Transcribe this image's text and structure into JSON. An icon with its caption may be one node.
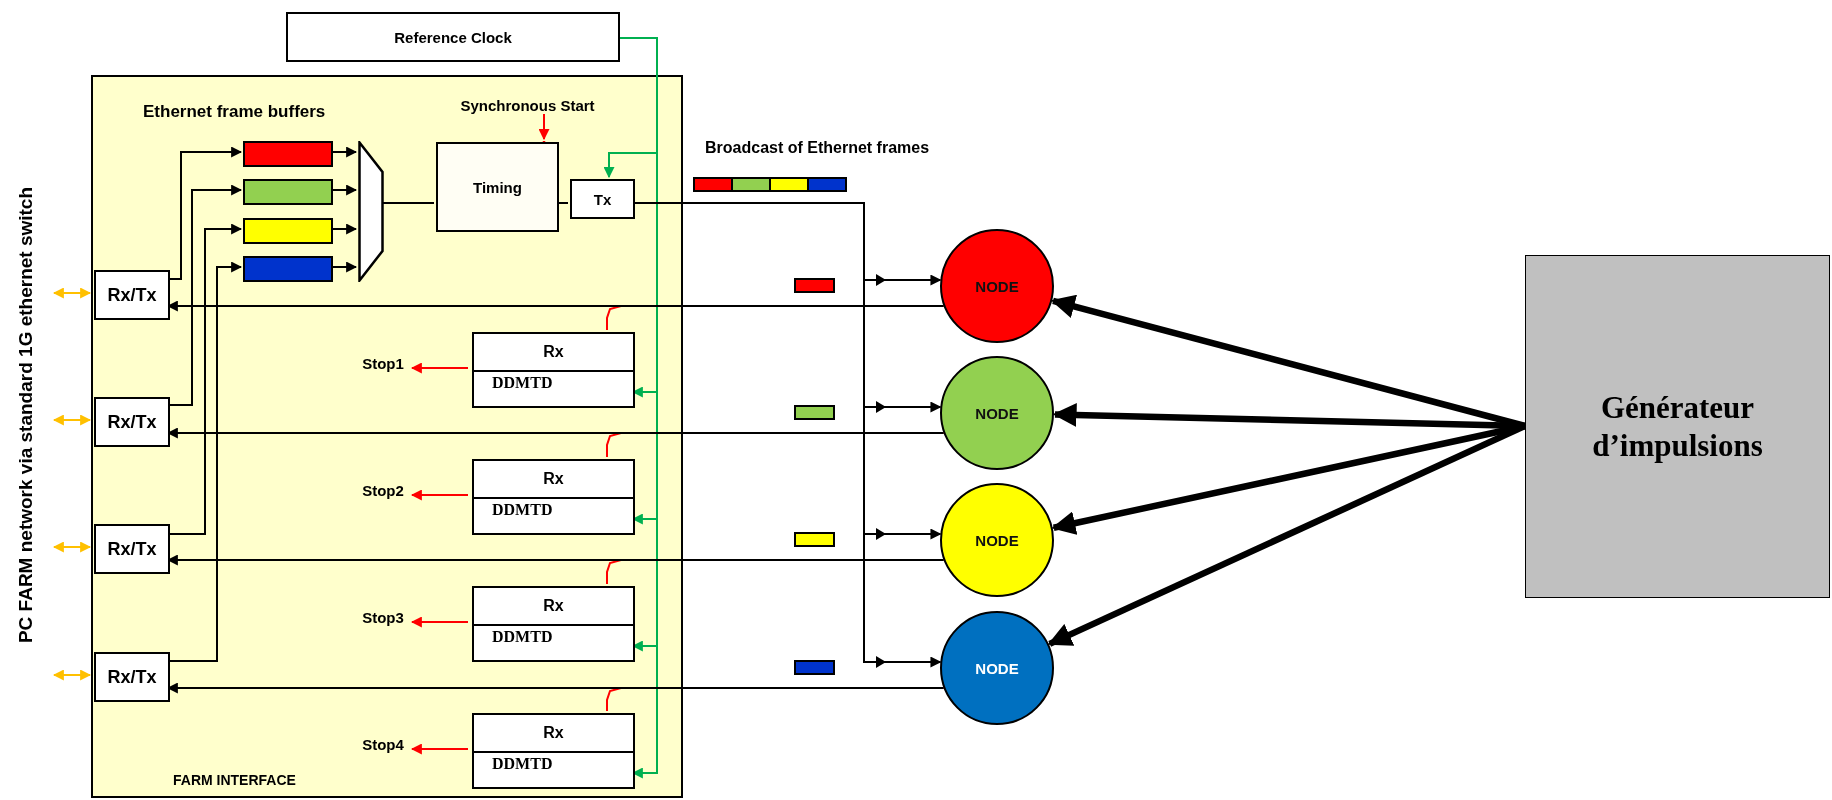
{
  "diagram": {
    "nodes": [
      {
        "text": [
          "Reference Clock"
        ]
      },
      {
        "text": [
          "FARM INTERFACE"
        ]
      },
      {
        "text": [
          "Synchronous Start"
        ],
        "in": 1
      },
      {
        "text": [
          "Timing"
        ],
        "in": 1
      },
      {
        "text": [
          "Tx"
        ],
        "in": 1
      },
      {
        "text": [],
        "shape": "bar",
        "in": 1
      },
      {
        "text": [],
        "shape": "bar",
        "in": 1
      },
      {
        "text": [],
        "shape": "bar",
        "in": 1
      },
      {
        "text": [],
        "shape": "bar",
        "in": 1
      },
      {
        "text": [],
        "shape": "trapezoid",
        "in": 1
      },
      {
        "text": [
          "Rx/Tx"
        ],
        "in": 1
      },
      {
        "text": [
          "Rx/Tx"
        ],
        "in": 1
      },
      {
        "text": [
          "Rx/Tx"
        ],
        "in": 1
      },
      {
        "text": [
          "Rx/Tx"
        ],
        "in": 1
      },
      {
        "text": [
          "Rx",
          "DDMTD"
        ],
        "in": 1
      },
      {
        "text": [
          "Rx",
          "DDMTD"
        ],
        "in": 1
      },
      {
        "text": [
          "Rx",
          "DDMTD"
        ],
        "in": 1
      },
      {
        "text": [
          "Rx",
          "DDMTD"
        ],
        "in": 1
      },
      {
        "text": [
          "Stop1"
        ],
        "in": 1
      },
      {
        "text": [
          "Stop2"
        ],
        "in": 1
      },
      {
        "text": [
          "Stop3"
        ],
        "in": 1
      },
      {
        "text": [
          "Stop4"
        ],
        "in": 1
      },
      {
        "text": [
          "NODE"
        ]
      },
      {
        "text": [
          "NODE"
        ]
      },
      {
        "text": [
          "NODE"
        ]
      },
      {
        "text": [
          "NODE"
        ]
      },
      {
        "text": [
          "Générateur d’impulsions"
        ]
      },
      {
        "text": [
          "PC FARM network via standard 1G ethernet switch"
        ]
      }
    ],
    "edges": [
      {
        "from": 0,
        "to": 4,
        "arrow": "to",
        "color": "#00b050"
      },
      {
        "from": 0,
        "to": 14,
        "arrow": "to",
        "color": "#00b050"
      },
      {
        "from": 0,
        "to": 15,
        "arrow": "to",
        "color": "#00b050"
      },
      {
        "from": 0,
        "to": 16,
        "arrow": "to",
        "color": "#00b050"
      },
      {
        "from": 0,
        "to": 17,
        "arrow": "to",
        "color": "#00b050"
      },
      {
        "from": 10,
        "to": 5,
        "arrow": "to"
      },
      {
        "from": 11,
        "to": 6,
        "arrow": "to"
      },
      {
        "from": 12,
        "to": 7,
        "arrow": "to"
      },
      {
        "from": 13,
        "to": 8,
        "arrow": "to"
      },
      {
        "from": 5,
        "to": 9,
        "arrow": "to"
      },
      {
        "from": 6,
        "to": 9,
        "arrow": "to"
      },
      {
        "from": 7,
        "to": 9,
        "arrow": "to"
      },
      {
        "from": 8,
        "to": 9,
        "arrow": "to"
      },
      {
        "from": 9,
        "to": 3,
        "arrow": "none"
      },
      {
        "from": 3,
        "to": 4,
        "arrow": "none"
      },
      {
        "from": 4,
        "to": 22,
        "arrow": "to"
      },
      {
        "from": 4,
        "to": 23,
        "arrow": "to"
      },
      {
        "from": 4,
        "to": 24,
        "arrow": "to"
      },
      {
        "from": 4,
        "to": 25,
        "arrow": "to"
      },
      {
        "from": 22,
        "to": 10,
        "arrow": "to"
      },
      {
        "from": 23,
        "to": 11,
        "arrow": "to"
      },
      {
        "from": 24,
        "to": 12,
        "arrow": "to"
      },
      {
        "from": 25,
        "to": 13,
        "arrow": "to"
      },
      {
        "from": 26,
        "to": 22,
        "arrow": "to",
        "style": "thick"
      },
      {
        "from": 26,
        "to": 23,
        "arrow": "to",
        "style": "thick"
      },
      {
        "from": 26,
        "to": 24,
        "arrow": "to",
        "style": "thick"
      },
      {
        "from": 26,
        "to": 25,
        "arrow": "to",
        "style": "thick"
      },
      {
        "from": 27,
        "to": 10,
        "arrow": "both",
        "color": "#ffc000"
      },
      {
        "from": 27,
        "to": 11,
        "arrow": "both",
        "color": "#ffc000"
      },
      {
        "from": 27,
        "to": 12,
        "arrow": "both",
        "color": "#ffc000"
      },
      {
        "from": 27,
        "to": 13,
        "arrow": "both",
        "color": "#ffc000"
      },
      {
        "from": 14,
        "to": 18,
        "arrow": "to",
        "color": "#ff0000"
      },
      {
        "from": 15,
        "to": 19,
        "arrow": "to",
        "color": "#ff0000"
      },
      {
        "from": 16,
        "to": 20,
        "arrow": "to",
        "color": "#ff0000"
      },
      {
        "from": 17,
        "to": 21,
        "arrow": "to",
        "color": "#ff0000"
      },
      {
        "from": 2,
        "to": 3,
        "arrow": "to",
        "color": "#ff0000"
      },
      {
        "from": 22,
        "to": 14,
        "arrow": "none",
        "color": "#ff0000"
      },
      {
        "from": 23,
        "to": 15,
        "arrow": "none",
        "color": "#ff0000"
      },
      {
        "from": 24,
        "to": 16,
        "arrow": "none",
        "color": "#ff0000"
      },
      {
        "from": 25,
        "to": 17,
        "arrow": "none",
        "color": "#ff0000"
      }
    ],
    "labels": [
      "Ethernet frame buffers",
      "Broadcast of Ethernet frames"
    ]
  }
}
